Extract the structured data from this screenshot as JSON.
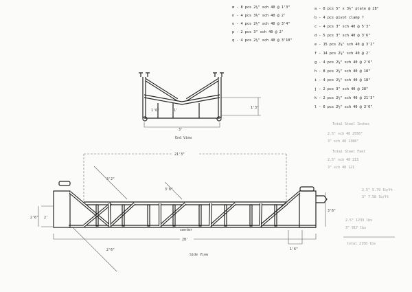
{
  "parts_list_left": [
    "m - 8 pcs 2½\" sch 40 @ 1'3\"",
    "n - 4 pcs 3½\" sch 40 @ 2'",
    "o - 4 pcs 2½\" sch 40 @ 3'4\"",
    "p - 2 pcs 3\" sch 40 @ 2'",
    "q - 4 pcs 2½\" sch 40 @ 3'10\""
  ],
  "parts_list_right": [
    "a - 8 pcs 5\" x 3½\" plate @ 28\"",
    "b - 4 pcs pivot clamp ?",
    "c - 4 pcs 3\" sch 40 @ 5'3\"",
    "d - 5 pcs 3\" sch 40 @ 3'6\"",
    "e - 15 pcs 2½\" sch 40 @ 3'2\"",
    "f - 14 pcs 2½\" sch 40 @ 2'",
    "g - 4 pcs 2½\" sch 40 @ 2'6\"",
    "h - 8 pcs 2½\" sch 40 @ 18\"",
    "i - 4 pcs 2½\" sch 40 @ 18\"",
    "j - 2 pcs 3\" sch 40 @ 28\"",
    "k - 2 pcs 2½\" sch 40 @ 21'3\"",
    "l - 6 pcs 2½\" sch 40 @ 3'6\""
  ],
  "notes": [
    "Total Steel Inches",
    "2.5\" sch 40   2556\"",
    "3\" sch 40   1388\"",
    "Total Steel Feet",
    "2.5\" sch 40   213",
    "3\" sch 40   121",
    "2.5\"  5.79 lb/ft",
    "3\"  7.58 lb/ft",
    "2.5\"  1233 lbs",
    "3\"  917 lbs",
    "total  2150 lbs"
  ],
  "end_view": {
    "caption": "End View",
    "width_dim": "3'",
    "height_dim": "1'3\"",
    "inner_dims": [
      "1'6\"",
      "1'"
    ]
  },
  "side_view": {
    "caption": "Side View",
    "span_dim": "21'3\"",
    "overall_dim": "28'",
    "diag_dims": [
      "3'2\"",
      "3'6\"",
      "2'6\""
    ],
    "height_dims": [
      "3'6\"",
      "2'6\"",
      "2'"
    ],
    "center_label": "center",
    "end_dim": "1'6\""
  }
}
